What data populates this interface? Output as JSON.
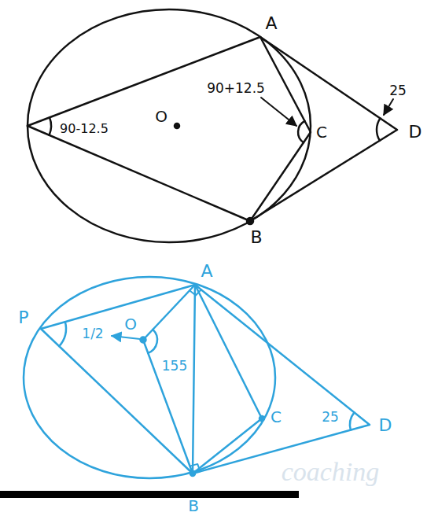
{
  "diagram": {
    "labels": [
      "A",
      "90+12.5",
      "O",
      "90-12.5",
      "25",
      "C",
      "D",
      "B",
      "A",
      "P",
      "1/2",
      "O",
      "155",
      "C",
      "25",
      "D",
      "B",
      "coaching"
    ]
  }
}
